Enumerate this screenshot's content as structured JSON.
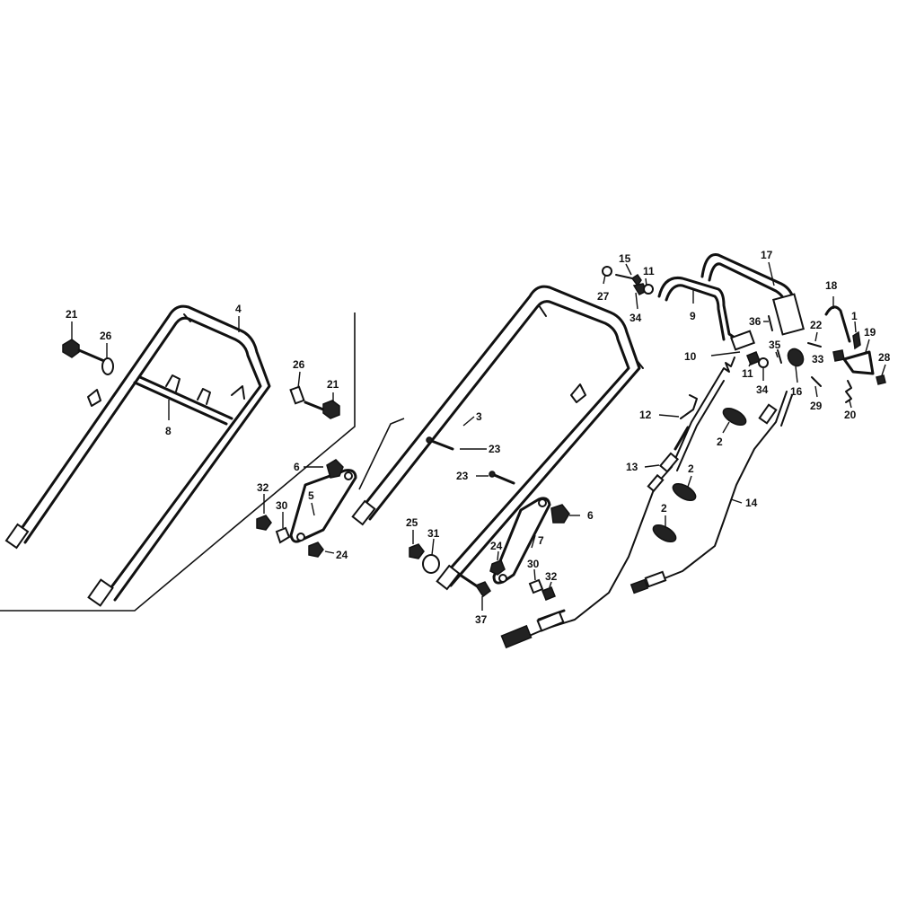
{
  "callouts": {
    "c21a": "21",
    "c26a": "26",
    "c4": "4",
    "c8": "8",
    "c26b": "26",
    "c21b": "21",
    "c6a": "6",
    "c5": "5",
    "c32a": "32",
    "c30a": "30",
    "c24a": "24",
    "c3": "3",
    "c23a": "23",
    "c23b": "23",
    "c6b": "6",
    "c7": "7",
    "c25": "25",
    "c31": "31",
    "c24b": "24",
    "c30b": "30",
    "c32b": "32",
    "c37": "37",
    "c15": "15",
    "c27": "27",
    "c11a": "11",
    "c34a": "34",
    "c9": "9",
    "c17": "17",
    "c36": "36",
    "c10": "10",
    "c11b": "11",
    "c34b": "34",
    "c35": "35",
    "c16": "16",
    "c22": "22",
    "c33": "33",
    "c29": "29",
    "c18": "18",
    "c1": "1",
    "c19": "19",
    "c28": "28",
    "c20": "20",
    "c12": "12",
    "c2a": "2",
    "c13": "13",
    "c2b": "2",
    "c2c": "2",
    "c14": "14"
  }
}
